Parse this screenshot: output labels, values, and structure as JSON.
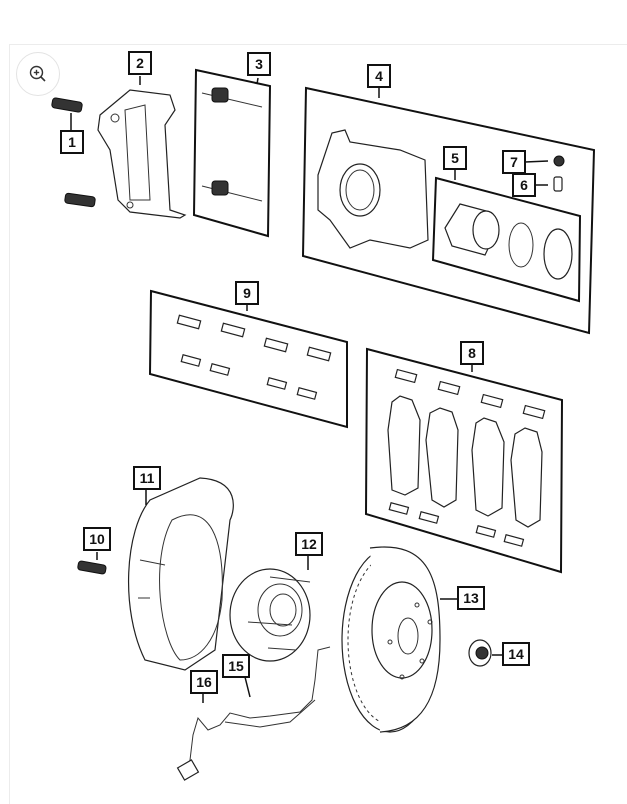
{
  "viewer": {
    "zoom_button_icon": "zoom-in-icon",
    "zoom_button_label": "Zoom in"
  },
  "diagram": {
    "title": "Front Brake Assembly Exploded View",
    "callouts": [
      {
        "number": "1",
        "part": "bolt"
      },
      {
        "number": "2",
        "part": "caliper-bracket"
      },
      {
        "number": "3",
        "part": "guide-pin-kit"
      },
      {
        "number": "4",
        "part": "caliper-kit"
      },
      {
        "number": "5",
        "part": "piston-seal-kit"
      },
      {
        "number": "6",
        "part": "bleeder-screw"
      },
      {
        "number": "7",
        "part": "bleeder-cap"
      },
      {
        "number": "8",
        "part": "brake-pad-kit"
      },
      {
        "number": "9",
        "part": "pad-clip-kit"
      },
      {
        "number": "10",
        "part": "bolt"
      },
      {
        "number": "11",
        "part": "splash-shield"
      },
      {
        "number": "12",
        "part": "hub-bearing"
      },
      {
        "number": "13",
        "part": "brake-rotor"
      },
      {
        "number": "14",
        "part": "hub-nut"
      },
      {
        "number": "15",
        "part": "wheel-speed-sensor-wire"
      },
      {
        "number": "16",
        "part": "wheel-speed-sensor"
      }
    ]
  }
}
